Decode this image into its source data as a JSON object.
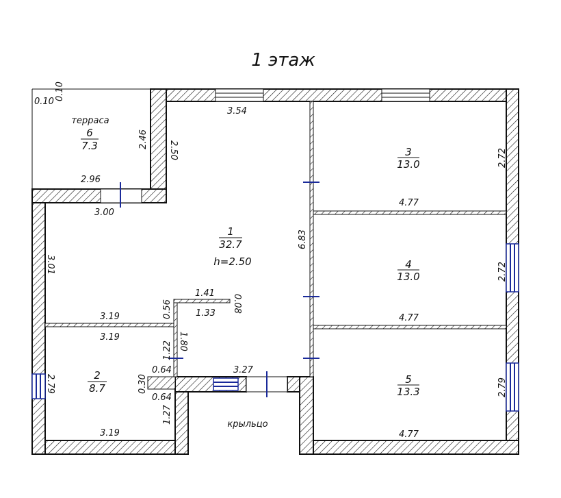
{
  "plan": {
    "title": "1 этаж",
    "rooms": [
      {
        "no": "6",
        "area": "7.3",
        "name": "терраса"
      },
      {
        "no": "1",
        "area": "32.7",
        "height": "h=2.50"
      },
      {
        "no": "2",
        "area": "8.7"
      },
      {
        "no": "3",
        "area": "13.0"
      },
      {
        "no": "4",
        "area": "13.0"
      },
      {
        "no": "5",
        "area": "13.3"
      }
    ],
    "porch_label": "крыльцо",
    "dims": {
      "d010a": "0.10",
      "d010b": "0.10",
      "d246": "2.46",
      "d296": "2.96",
      "d300": "3.00",
      "d354": "3.54",
      "d250": "2.50",
      "d272a": "2.72",
      "d477a": "4.77",
      "d683": "6.83",
      "d301": "3.01",
      "d272b": "2.72",
      "d477b": "4.77",
      "d141": "1.41",
      "d056": "0.56",
      "d133": "1.33",
      "d008": "0.08",
      "d319a": "3.19",
      "d319b": "3.19",
      "d180": "1.80",
      "d122": "1.22",
      "d064a": "0.64",
      "d327": "3.27",
      "d030": "0.30",
      "d064b": "0.64",
      "d279a": "2.79",
      "d279b": "2.79",
      "d127": "1.27",
      "d319c": "3.19",
      "d477c": "4.77"
    }
  }
}
